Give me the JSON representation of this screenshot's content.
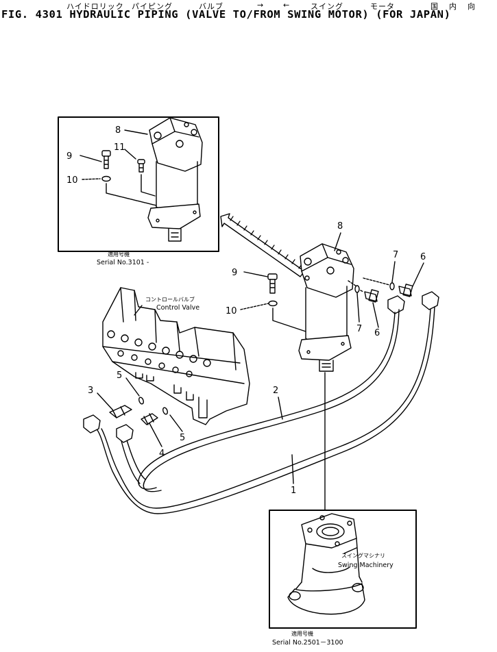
{
  "header": {
    "jp_parts": [
      "ハイドロリック",
      "パイピング",
      "バルブ",
      "→",
      "←",
      "スイング",
      "モータ",
      "国",
      "内",
      "向"
    ],
    "title": "FIG. 4301  HYDRAULIC PIPING (VALVE TO/FROM SWING MOTOR) (FOR JAPAN)"
  },
  "inset_top": {
    "serial_jp": "適用号機",
    "serial": "Serial No.3101 -"
  },
  "inset_bottom": {
    "serial_jp": "適用号機",
    "serial": "Serial No.2501－3100",
    "component_jp": "スイングマシナリ",
    "component": "Swing Machinery"
  },
  "control_valve": {
    "name_jp": "コントロールバルブ",
    "name": "Control Valve"
  },
  "callouts": {
    "n1": "1",
    "n2": "2",
    "n3": "3",
    "n4": "4",
    "n5a": "5",
    "n5b": "5",
    "n6a": "6",
    "n6b": "6",
    "n7a": "7",
    "n7b": "7",
    "n8a": "8",
    "n8b": "8",
    "n9a": "9",
    "n9b": "9",
    "n10a": "10",
    "n10b": "10",
    "n11": "11"
  }
}
